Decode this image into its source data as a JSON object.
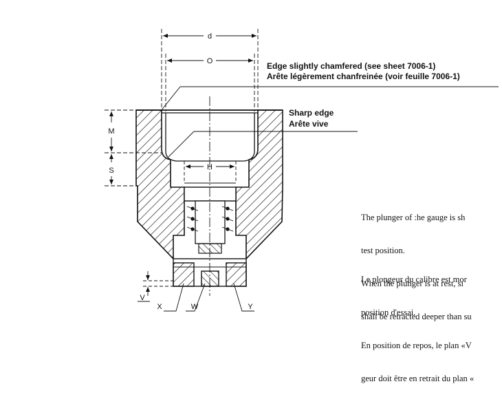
{
  "dimensions": {
    "d": "d",
    "O": "O",
    "M": "M",
    "S": "S",
    "H": "H",
    "V": "V"
  },
  "parts": {
    "X": "X",
    "W": "W",
    "Y": "Y"
  },
  "callouts": {
    "edge_chamfered_en": "Edge slightly chamfered (see sheet 7006-1)",
    "edge_chamfered_fr": "Arête légèrement chanfreinée (voir feuille 7006-1)",
    "sharp_edge_en": "Sharp edge",
    "sharp_edge_fr": "Arête vive"
  },
  "notes": {
    "en": [
      "The plunger of :he gauge is sh",
      "test position.",
      "When the plunger is at rest, sı",
      "shall be retracted deeper than su"
    ],
    "fr": [
      "Le plongeur du calibre est mor",
      "position d'essai.",
      "En position de repos, le plan «V",
      "geur doit être en retrait du plan «"
    ]
  }
}
